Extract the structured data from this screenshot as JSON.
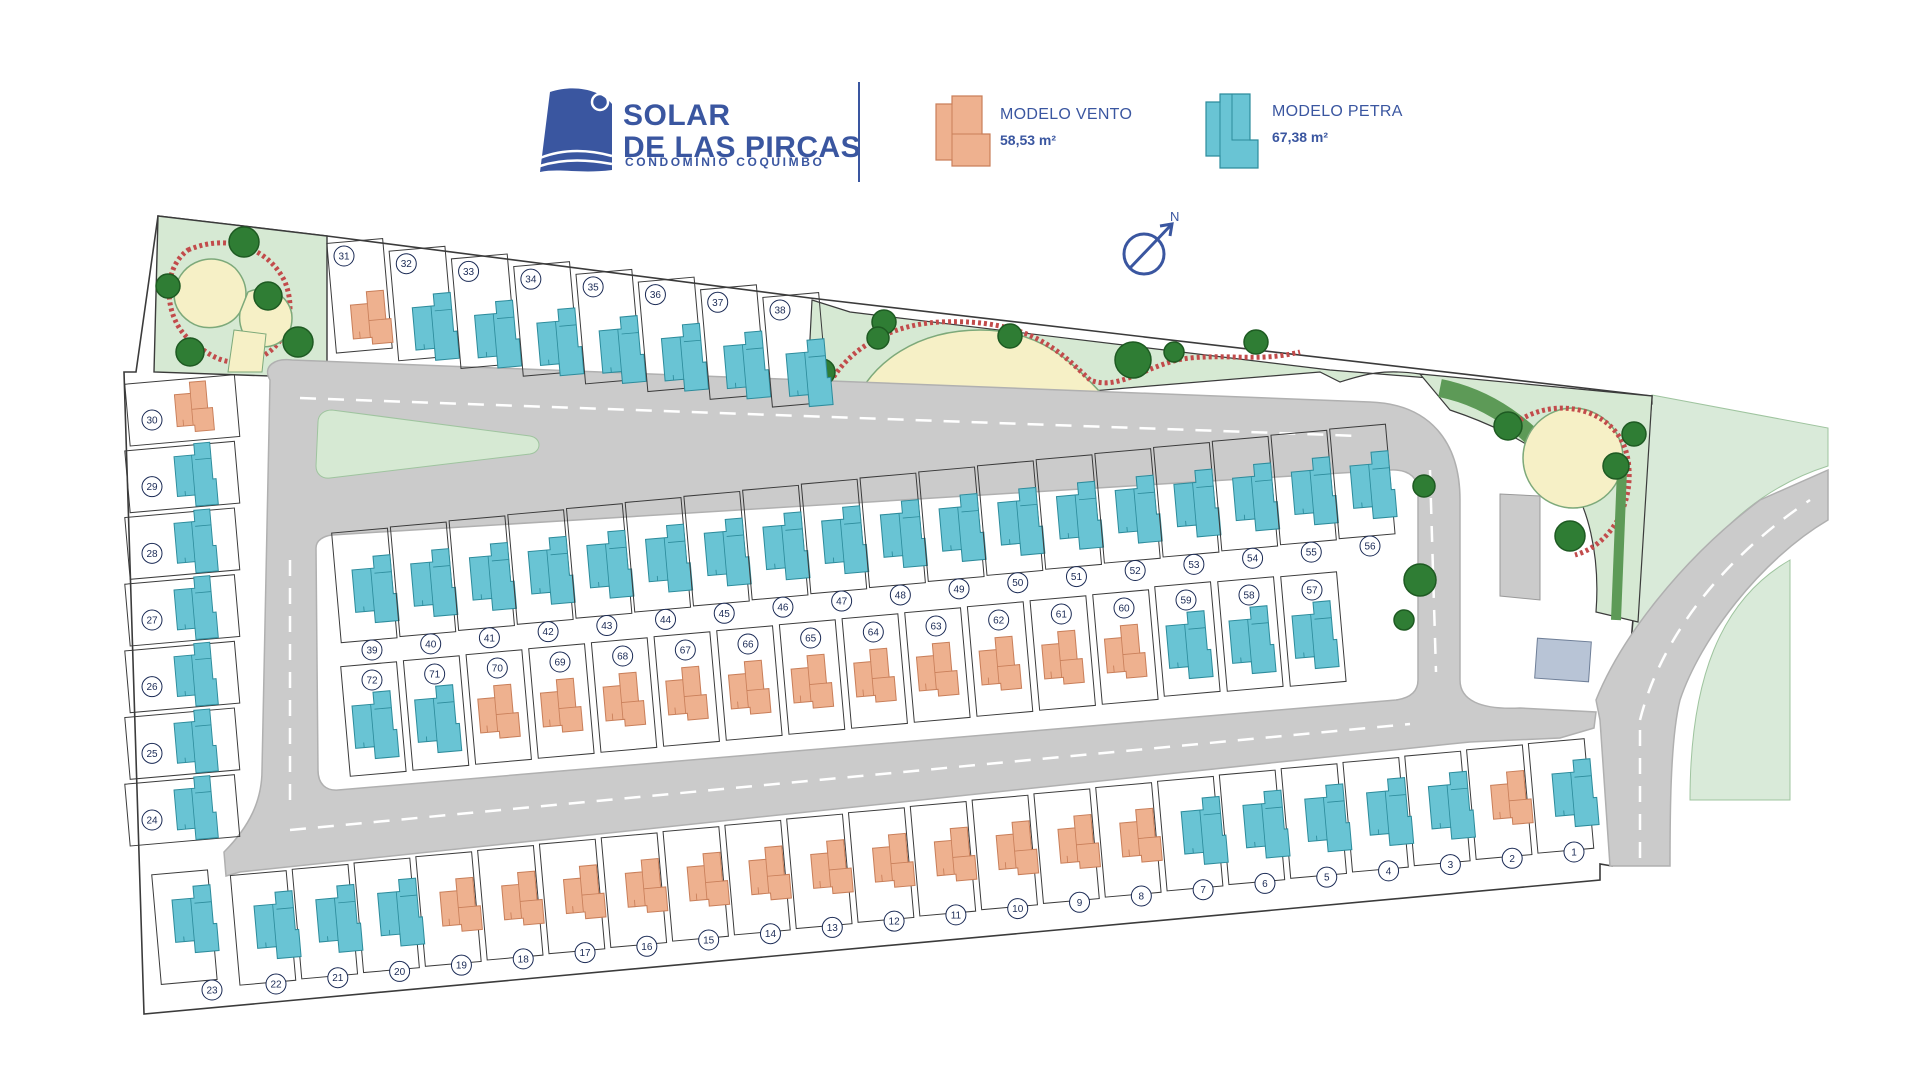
{
  "header": {
    "brand_line1": "SOLAR",
    "brand_line2": "DE LAS PIRCAS",
    "brand_line3": "CONDOMINIO COQUIMBO"
  },
  "legend": {
    "vento": {
      "name": "MODELO VENTO",
      "area": "58,53 m²",
      "color": "#eeb18f"
    },
    "petra": {
      "name": "MODELO PETRA",
      "area": "67,38 m²",
      "color": "#69c4d4"
    }
  },
  "compass": {
    "label": "N"
  },
  "colors": {
    "brand": "#3a56a0",
    "road": "#cbcbcb",
    "road_border": "#b5b5b5",
    "lane_marking": "#ffffff",
    "green_area": "#d9ead9",
    "garden_dark": "#5d9a57",
    "tree": "#2f7d34",
    "sand": "#f6f0c6",
    "lot_line": "#3b3b3b",
    "building_gray": "#b8c4d6"
  },
  "lots": [
    {
      "n": "1",
      "model": "petra"
    },
    {
      "n": "2",
      "model": "vento"
    },
    {
      "n": "3",
      "model": "petra"
    },
    {
      "n": "4",
      "model": "petra"
    },
    {
      "n": "5",
      "model": "petra"
    },
    {
      "n": "6",
      "model": "petra"
    },
    {
      "n": "7",
      "model": "petra"
    },
    {
      "n": "8",
      "model": "vento"
    },
    {
      "n": "9",
      "model": "vento"
    },
    {
      "n": "10",
      "model": "vento"
    },
    {
      "n": "11",
      "model": "vento"
    },
    {
      "n": "12",
      "model": "vento"
    },
    {
      "n": "13",
      "model": "vento"
    },
    {
      "n": "14",
      "model": "vento"
    },
    {
      "n": "15",
      "model": "vento"
    },
    {
      "n": "16",
      "model": "vento"
    },
    {
      "n": "17",
      "model": "vento"
    },
    {
      "n": "18",
      "model": "vento"
    },
    {
      "n": "19",
      "model": "vento"
    },
    {
      "n": "20",
      "model": "petra"
    },
    {
      "n": "21",
      "model": "petra"
    },
    {
      "n": "22",
      "model": "petra"
    },
    {
      "n": "23",
      "model": "petra"
    },
    {
      "n": "24",
      "model": "petra"
    },
    {
      "n": "25",
      "model": "petra"
    },
    {
      "n": "26",
      "model": "petra"
    },
    {
      "n": "27",
      "model": "petra"
    },
    {
      "n": "28",
      "model": "petra"
    },
    {
      "n": "29",
      "model": "petra"
    },
    {
      "n": "30",
      "model": "vento"
    },
    {
      "n": "31",
      "model": "vento"
    },
    {
      "n": "32",
      "model": "petra"
    },
    {
      "n": "33",
      "model": "petra"
    },
    {
      "n": "34",
      "model": "petra"
    },
    {
      "n": "35",
      "model": "petra"
    },
    {
      "n": "36",
      "model": "petra"
    },
    {
      "n": "37",
      "model": "petra"
    },
    {
      "n": "38",
      "model": "petra"
    },
    {
      "n": "39",
      "model": "petra"
    },
    {
      "n": "40",
      "model": "petra"
    },
    {
      "n": "41",
      "model": "petra"
    },
    {
      "n": "42",
      "model": "petra"
    },
    {
      "n": "43",
      "model": "petra"
    },
    {
      "n": "44",
      "model": "petra"
    },
    {
      "n": "45",
      "model": "petra"
    },
    {
      "n": "46",
      "model": "petra"
    },
    {
      "n": "47",
      "model": "petra"
    },
    {
      "n": "48",
      "model": "petra"
    },
    {
      "n": "49",
      "model": "petra"
    },
    {
      "n": "50",
      "model": "petra"
    },
    {
      "n": "51",
      "model": "petra"
    },
    {
      "n": "52",
      "model": "petra"
    },
    {
      "n": "53",
      "model": "petra"
    },
    {
      "n": "54",
      "model": "petra"
    },
    {
      "n": "55",
      "model": "petra"
    },
    {
      "n": "56",
      "model": "petra"
    },
    {
      "n": "57",
      "model": "petra"
    },
    {
      "n": "58",
      "model": "petra"
    },
    {
      "n": "59",
      "model": "petra"
    },
    {
      "n": "60",
      "model": "vento"
    },
    {
      "n": "61",
      "model": "vento"
    },
    {
      "n": "62",
      "model": "vento"
    },
    {
      "n": "63",
      "model": "vento"
    },
    {
      "n": "64",
      "model": "vento"
    },
    {
      "n": "65",
      "model": "vento"
    },
    {
      "n": "66",
      "model": "vento"
    },
    {
      "n": "67",
      "model": "vento"
    },
    {
      "n": "68",
      "model": "vento"
    },
    {
      "n": "69",
      "model": "vento"
    },
    {
      "n": "70",
      "model": "vento"
    },
    {
      "n": "71",
      "model": "petra"
    },
    {
      "n": "72",
      "model": "petra"
    }
  ]
}
